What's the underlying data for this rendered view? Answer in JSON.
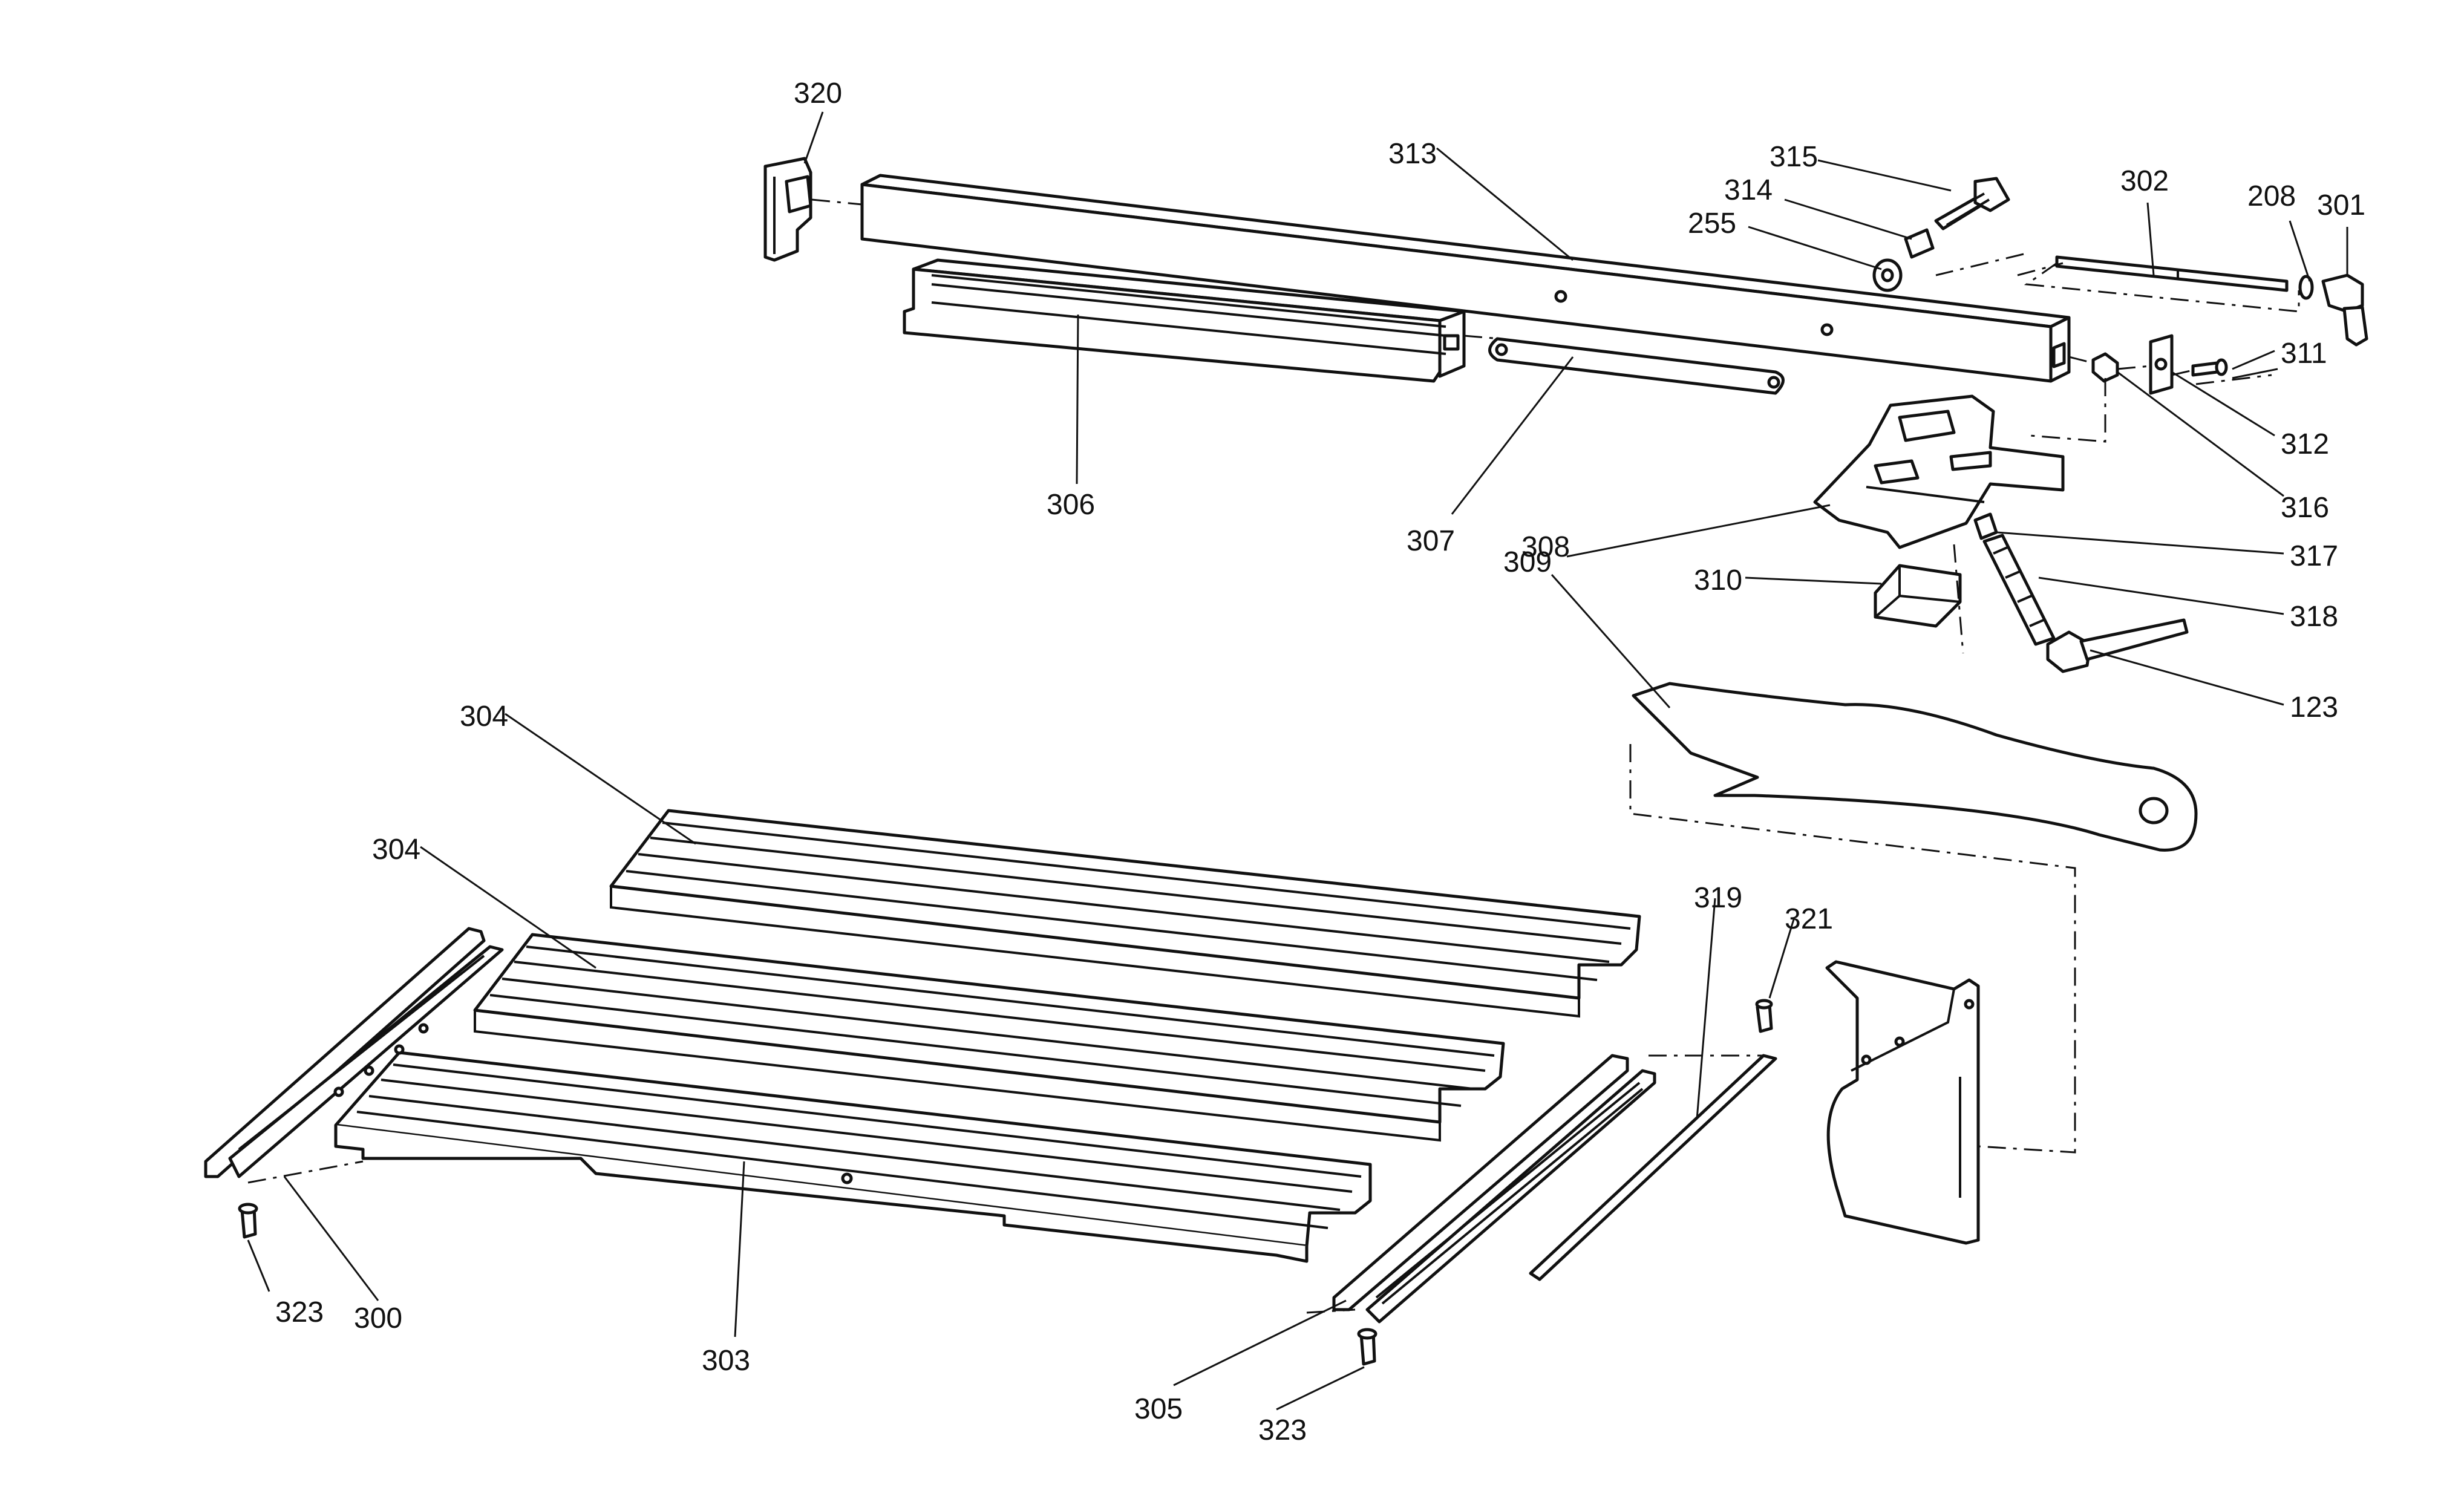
{
  "callouts": [
    {
      "id": "c320",
      "label": "320"
    },
    {
      "id": "c313",
      "label": "313"
    },
    {
      "id": "c315",
      "label": "315"
    },
    {
      "id": "c314",
      "label": "314"
    },
    {
      "id": "c255",
      "label": "255"
    },
    {
      "id": "c302",
      "label": "302"
    },
    {
      "id": "c208",
      "label": "208"
    },
    {
      "id": "c301",
      "label": "301"
    },
    {
      "id": "c311",
      "label": "311"
    },
    {
      "id": "c312",
      "label": "312"
    },
    {
      "id": "c316",
      "label": "316"
    },
    {
      "id": "c306",
      "label": "306"
    },
    {
      "id": "c307",
      "label": "307"
    },
    {
      "id": "c309",
      "label": "309"
    },
    {
      "id": "c308",
      "label": "308"
    },
    {
      "id": "c310",
      "label": "310"
    },
    {
      "id": "c317",
      "label": "317"
    },
    {
      "id": "c318",
      "label": "318"
    },
    {
      "id": "c123",
      "label": "123"
    },
    {
      "id": "c304a",
      "label": "304"
    },
    {
      "id": "c304b",
      "label": "304"
    },
    {
      "id": "c319",
      "label": "319"
    },
    {
      "id": "c321",
      "label": "321"
    },
    {
      "id": "c323a",
      "label": "323"
    },
    {
      "id": "c300",
      "label": "300"
    },
    {
      "id": "c303",
      "label": "303"
    },
    {
      "id": "c305",
      "label": "305"
    },
    {
      "id": "c323b",
      "label": "323"
    }
  ]
}
